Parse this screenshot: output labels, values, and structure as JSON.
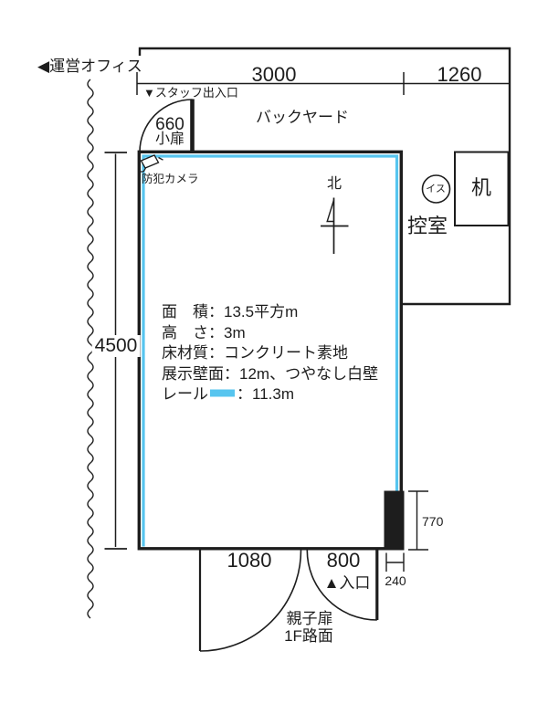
{
  "colors": {
    "ink": "#1d1d1d",
    "rail": "#57c5ef"
  },
  "office": {
    "label": "◀運営オフィス"
  },
  "top_dims": {
    "w3000": "3000",
    "w1260": "1260"
  },
  "staff_door": {
    "label": "▼スタッフ出入口",
    "width": "660",
    "name": "小扉"
  },
  "backyard": {
    "label": "バックヤード"
  },
  "room": {
    "camera_label": "防犯カメラ",
    "north_label": "北",
    "specs": [
      "面　積：13.5平方m",
      "高　さ：3m",
      "床材質：コンクリート素地",
      "展示壁面：12m、つやなし白壁"
    ],
    "rail_label": "レール",
    "rail_value": "：11.3m"
  },
  "left_dim": {
    "h4500": "4500"
  },
  "anteroom": {
    "label": "控室",
    "chair": "イス",
    "desk": "机"
  },
  "pillar_dims": {
    "h770": "770",
    "w240": "240"
  },
  "main_door": {
    "w1080": "1080",
    "w800": "800",
    "entrance": "▲入口",
    "type": "親子扉",
    "floor": "1F路面"
  }
}
